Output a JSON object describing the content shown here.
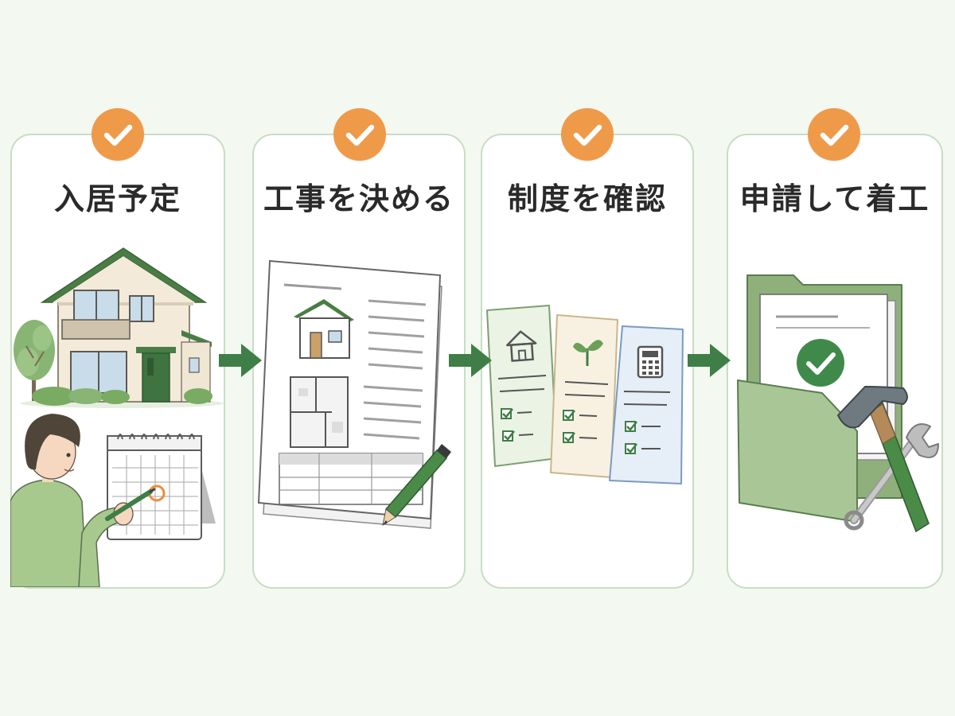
{
  "steps": [
    {
      "title": "入居予定"
    },
    {
      "title": "工事を決める"
    },
    {
      "title": "制度を確認"
    },
    {
      "title": "申請して着工"
    }
  ],
  "icons": {
    "badge": "check-icon",
    "connector": "arrow-right-icon",
    "step1": [
      "house-icon",
      "tree-icon",
      "person-icon",
      "calendar-icon",
      "pen-icon"
    ],
    "step2": [
      "plan-document-icon",
      "house-icon",
      "floor-plan-icon",
      "table-icon",
      "pencil-icon"
    ],
    "step3": [
      "house-icon",
      "sprout-icon",
      "calculator-icon",
      "checkbox-icon"
    ],
    "step4": [
      "folder-icon",
      "document-icon",
      "check-circle-icon",
      "hammer-icon",
      "wrench-icon"
    ]
  },
  "colors": {
    "background": "#f3f8f1",
    "card_border": "#c8ddc3",
    "badge": "#ef9a49",
    "arrow": "#3f7e46",
    "green_dark": "#4d7f4a",
    "green_light": "#a9c796",
    "title_text": "#2a2a2a"
  }
}
